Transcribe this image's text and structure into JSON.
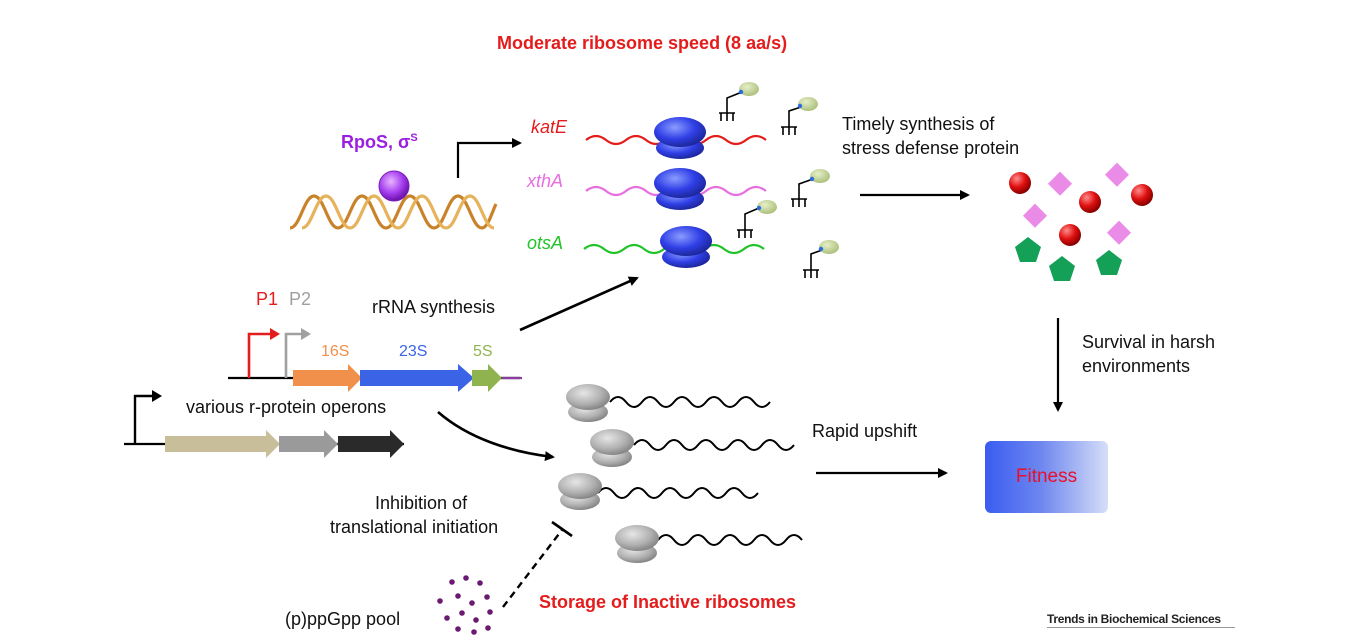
{
  "title": "Moderate ribosome speed (8 aa/s)",
  "sigma_factor": {
    "name": "RpoS, σ",
    "superscript": "S"
  },
  "genes": [
    "katE",
    "xthA",
    "otsA"
  ],
  "colors": {
    "katE": "#e41c1c",
    "xthA": "#e76ee0",
    "otsA": "#22c42a",
    "ribosome_active": "#2f3fe6",
    "ribosome_inactive": "#a9a9a9",
    "title_red": "#e41c1c",
    "sigma_purple": "#9a1fe0",
    "p1": "#e41c1c",
    "p2": "#a0a0a0",
    "gene_16S": "#f0904a",
    "gene_23S": "#3b63e6",
    "gene_5S": "#8fb44f",
    "ppgpp": "#6a1a70"
  },
  "labels": {
    "timely_synthesis": [
      "Timely synthesis of",
      "stress defense protein"
    ],
    "rrna_synthesis": "rRNA synthesis",
    "promoter_p1": "P1",
    "promoter_p2": "P2",
    "gene_16S": "16S",
    "gene_23S": "23S",
    "gene_5S": "5S",
    "rprotein_operons": "various r-protein operons",
    "survival": [
      "Survival in harsh",
      "environments"
    ],
    "rapid_upshift": "Rapid upshift",
    "fitness": "Fitness",
    "inhibition": [
      "Inhibition of",
      "translational initiation"
    ],
    "ppgpp_pool": "(p)ppGpp pool",
    "storage": "Storage of Inactive ribosomes",
    "journal": "Trends in Biochemical Sciences"
  }
}
